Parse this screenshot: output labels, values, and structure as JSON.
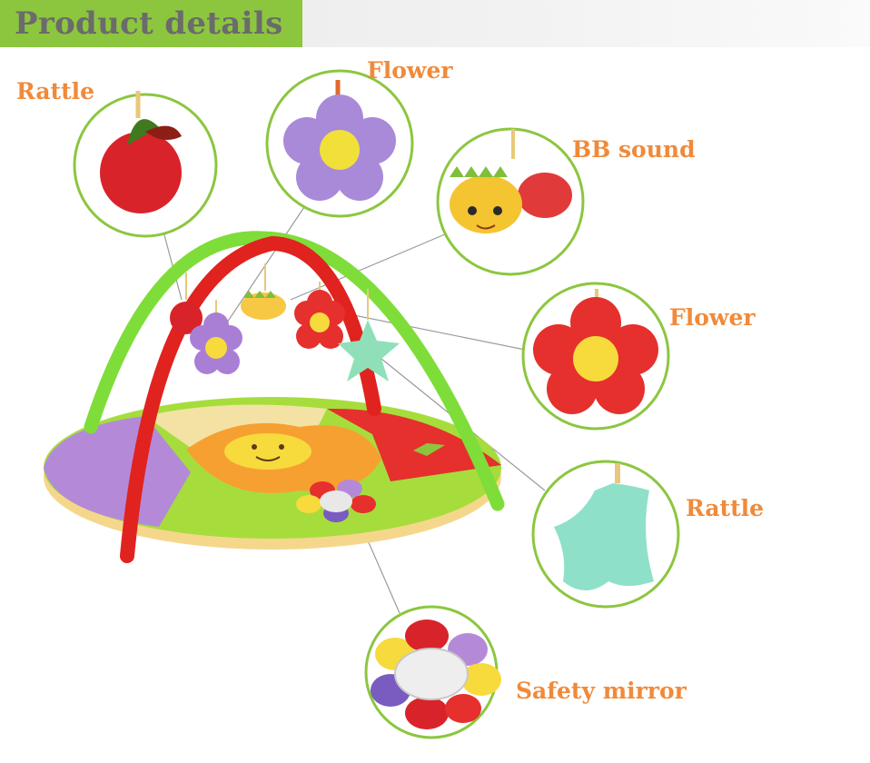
{
  "header": {
    "title": "Product details"
  },
  "labels": {
    "rattle_top": "Rattle",
    "flower_top": "Flower",
    "bb_sound": "BB sound",
    "flower_right": "Flower",
    "rattle_right": "Rattle",
    "safety_mirror": "Safety mirror"
  },
  "colors": {
    "header_accent": "#8cc63f",
    "label_text": "#f08a3a",
    "circle_border": "#8cc63f"
  }
}
